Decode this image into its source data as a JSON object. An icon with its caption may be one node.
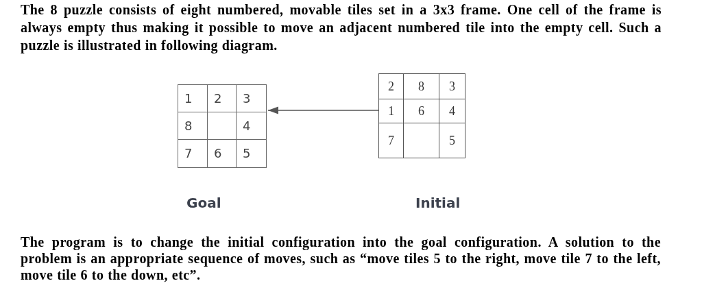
{
  "diagram": {
    "nodes": [
      {
        "text": [],
        "shape": "box",
        "beside": [
          "Goal"
        ]
      },
      {
        "text": [
          "1"
        ],
        "in": 0
      },
      {
        "text": [
          "2"
        ],
        "in": 0
      },
      {
        "text": [
          "3"
        ],
        "in": 0
      },
      {
        "text": [
          "8"
        ],
        "in": 0
      },
      {
        "text": [],
        "shape": "box",
        "in": 0
      },
      {
        "text": [
          "4"
        ],
        "in": 0
      },
      {
        "text": [
          "7"
        ],
        "in": 0
      },
      {
        "text": [
          "6"
        ],
        "in": 0
      },
      {
        "text": [
          "5"
        ],
        "in": 0
      },
      {
        "text": [],
        "shape": "box",
        "beside": [
          "Initial"
        ]
      },
      {
        "text": [
          "2"
        ],
        "in": 10
      },
      {
        "text": [
          "8"
        ],
        "in": 10
      },
      {
        "text": [
          "3"
        ],
        "in": 10
      },
      {
        "text": [
          "1"
        ],
        "in": 10
      },
      {
        "text": [
          "6"
        ],
        "in": 10
      },
      {
        "text": [
          "4"
        ],
        "in": 10
      },
      {
        "text": [
          "7"
        ],
        "in": 10
      },
      {
        "text": [],
        "shape": "box",
        "in": 10
      },
      {
        "text": [
          "5"
        ],
        "in": 10
      }
    ],
    "edges": [
      {
        "from": 10,
        "to": 0,
        "arrow": "to"
      }
    ],
    "labels": [
      "The 8 puzzle consists of eight numbered, movable tiles set in a 3x3 frame. One cell of the frame is always empty thus making it possible to move an adjacent numbered tile into the empty cell. Such a puzzle is illustrated in following diagram.",
      "The program is to change the initial configuration into the goal configuration. A solution to the problem is an appropriate sequence of moves, such as “move tiles 5 to the right, move tile 7 to the left, move tile 6 to the down, etc”."
    ]
  }
}
